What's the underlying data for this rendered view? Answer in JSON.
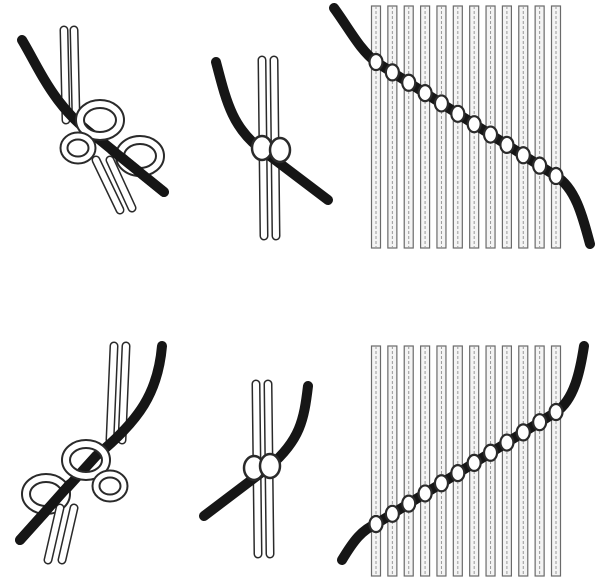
{
  "figure": {
    "rows": [
      {
        "name": "diagonal-clove-hitch-left-to-right",
        "panels": [
          "loose-knot",
          "tightened-knot",
          "row-of-knots"
        ]
      },
      {
        "name": "diagonal-clove-hitch-right-to-left",
        "panels": [
          "loose-knot",
          "tightened-knot",
          "row-of-knots"
        ]
      }
    ],
    "colors": {
      "holding_cord": "#161616",
      "working_cord_outline": "#2a2a2a",
      "working_cord_fill": "#ffffff",
      "textured_cord": "#6a6a6a",
      "background": "#ffffff"
    },
    "cords_per_sennit": 12
  }
}
